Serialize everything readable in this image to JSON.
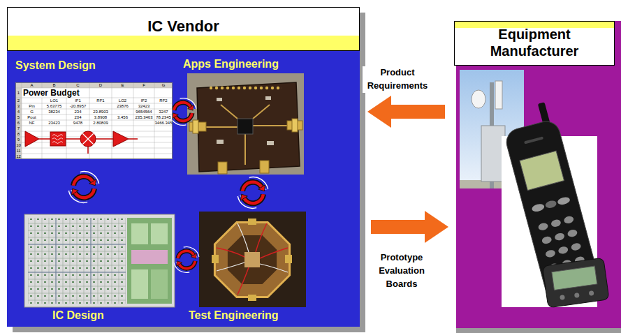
{
  "diagram": {
    "nodes": [
      {
        "text": [
          "IC Vendor"
        ]
      },
      {
        "text": [
          "Power Budget"
        ],
        "in": 0
      },
      {
        "text": [
          "Equipment Manufacturer"
        ]
      }
    ],
    "edges": [
      {
        "from": 2,
        "to": 0,
        "label": "Product Requirements",
        "arrow": "to"
      },
      {
        "from": 0,
        "to": 2,
        "label": "Prototype Evaluation Boards",
        "arrow": "to"
      }
    ],
    "labels": [
      "System Design",
      "Apps Engineering",
      "IC Design",
      "Test Engineering",
      "A",
      "B",
      "C",
      "D",
      "E",
      "F",
      "G",
      "1",
      "2",
      "3",
      "4",
      "5",
      "6",
      "7",
      "8",
      "9",
      "10",
      "11",
      "12",
      "LO1",
      "IF1",
      "RF1",
      "LO2",
      "IF2",
      "RF2",
      "Pin",
      "5.63775",
      "-20.8957",
      "23876",
      "32423",
      "G",
      "38234",
      "234",
      "23.8903",
      "9654564",
      "3247",
      "Pout",
      "234",
      "3.8908",
      "3.456",
      "235.3463",
      "78.2345",
      "NF",
      "23423",
      "9478",
      "2.80809",
      "3466.345"
    ]
  }
}
